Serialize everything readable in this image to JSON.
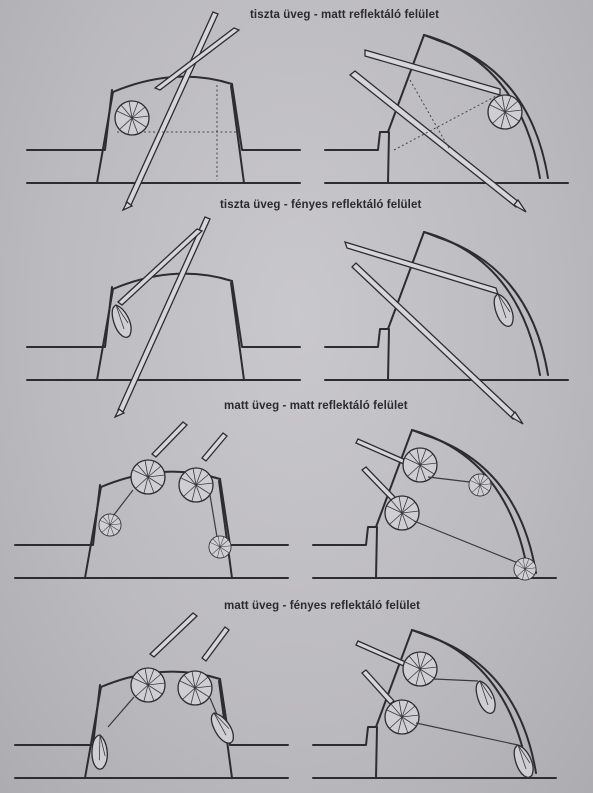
{
  "captions": {
    "row1": "tiszta üveg  -  matt reflektáló felület",
    "row2": "tiszta üveg  -  fényes reflektáló felület",
    "row3": "matt üveg  -  matt reflektáló felület",
    "row4": "matt üveg  -  fényes reflektáló felület"
  }
}
